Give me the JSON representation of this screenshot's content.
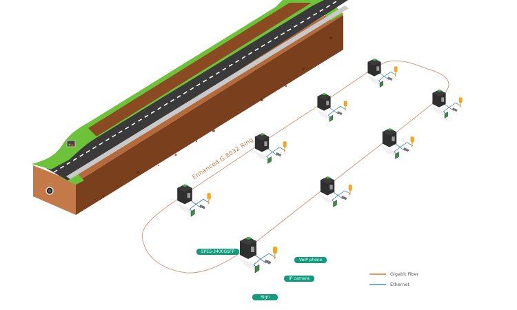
{
  "diagram": {
    "ring_label": "Enhanced G.8032 Ring",
    "switch_label": "EPES-3400GSFP",
    "device_labels": {
      "voip_phone": "VoIP phone",
      "ip_camera": "IP camera",
      "sign": "Sign"
    },
    "legend": [
      {
        "label": "Gigabit Fiber",
        "color": "#e8945a",
        "icon": "fiber-line"
      },
      {
        "label": "Ethernet",
        "color": "#6aaed6",
        "icon": "ethernet-line"
      }
    ],
    "colors": {
      "grass": "#6cc33a",
      "soil": "#8a4a22",
      "road": "#3a3a3a",
      "fiber": "#d8987a",
      "ethernet": "#4f88b8",
      "tag": "#159a7e",
      "phone": "#f5a623",
      "switch": "#2f2f2f"
    },
    "nodes": [
      {
        "id": "node-1",
        "name": "switch-top-right"
      },
      {
        "id": "node-2",
        "name": "switch-upper-mid"
      },
      {
        "id": "node-3",
        "name": "switch-mid"
      },
      {
        "id": "node-4",
        "name": "switch-left"
      },
      {
        "id": "node-5",
        "name": "switch-far-right"
      },
      {
        "id": "node-6",
        "name": "switch-right-mid"
      },
      {
        "id": "node-7",
        "name": "switch-lower-mid"
      },
      {
        "id": "node-8",
        "name": "switch-labeled"
      }
    ]
  }
}
